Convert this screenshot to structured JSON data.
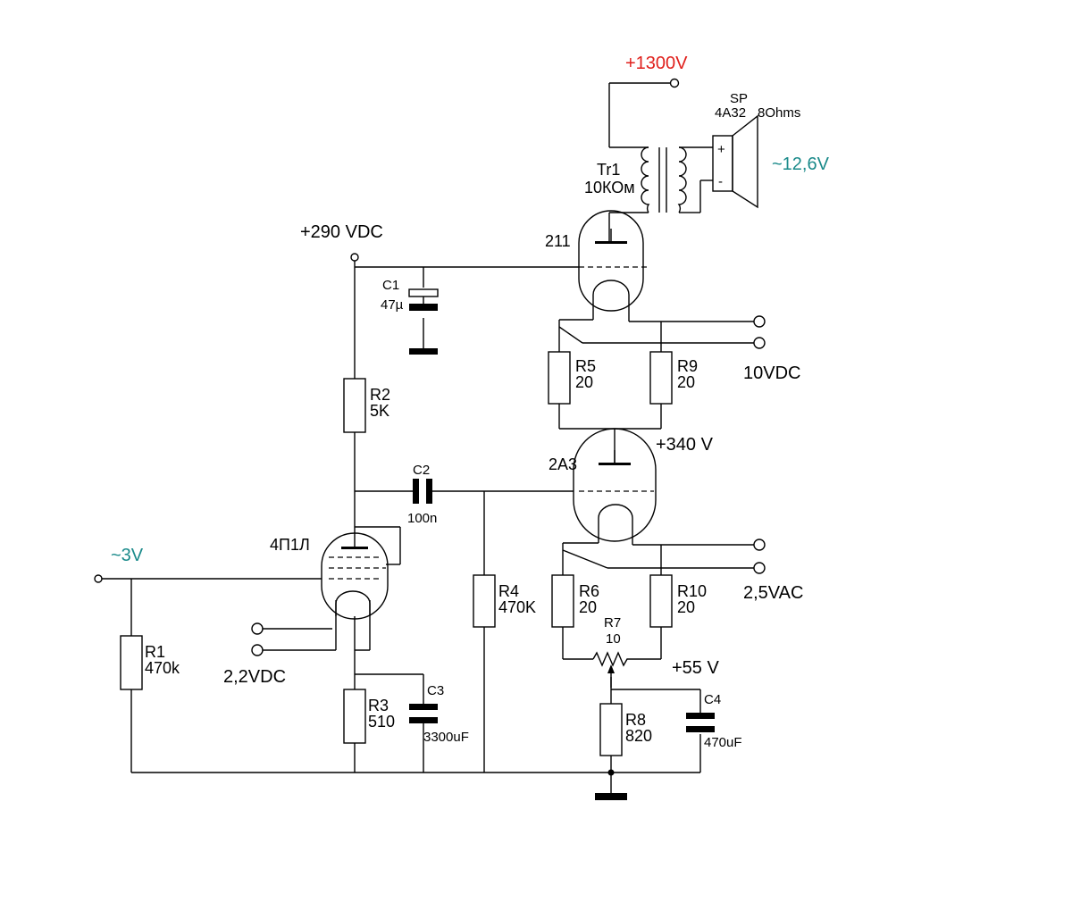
{
  "voltages": {
    "hv_supply": "+1300V",
    "mid_supply": "+290 VDC",
    "speaker_out": "~12,6V",
    "input": "~3V",
    "fil_211": "10VDC",
    "plate_2a3": "+340 V",
    "fil_2a3": "2,5VAC",
    "fil_4p1l": "2,2VDC",
    "cathode_2a3": "+55 V"
  },
  "components": {
    "tr1": {
      "name": "Tr1",
      "value": "10КОм"
    },
    "sp": {
      "name": "SP",
      "model": "4A32",
      "impedance": "8Ohms"
    },
    "v211": {
      "name": "211"
    },
    "v2a3": {
      "name": "2A3"
    },
    "v4p1l": {
      "name": "4П1Л"
    },
    "c1": {
      "name": "C1",
      "value": "47µ"
    },
    "c2": {
      "name": "C2",
      "value": "100n"
    },
    "c3": {
      "name": "C3",
      "value": "3300uF"
    },
    "c4": {
      "name": "C4",
      "value": "470uF"
    },
    "r1": {
      "name": "R1",
      "value": "470k"
    },
    "r2": {
      "name": "R2",
      "value": "5K"
    },
    "r3": {
      "name": "R3",
      "value": "510"
    },
    "r4": {
      "name": "R4",
      "value": "470K"
    },
    "r5": {
      "name": "R5",
      "value": "20"
    },
    "r6": {
      "name": "R6",
      "value": "20"
    },
    "r7": {
      "name": "R7",
      "value": "10"
    },
    "r8": {
      "name": "R8",
      "value": "820"
    },
    "r9": {
      "name": "R9",
      "value": "20"
    },
    "r10": {
      "name": "R10",
      "value": "20"
    }
  },
  "speaker_polarity": {
    "plus": "+",
    "minus": "-"
  },
  "colors": {
    "line": "#000000",
    "hv_label": "#e0201c",
    "ac_label": "#1a8a8a"
  }
}
